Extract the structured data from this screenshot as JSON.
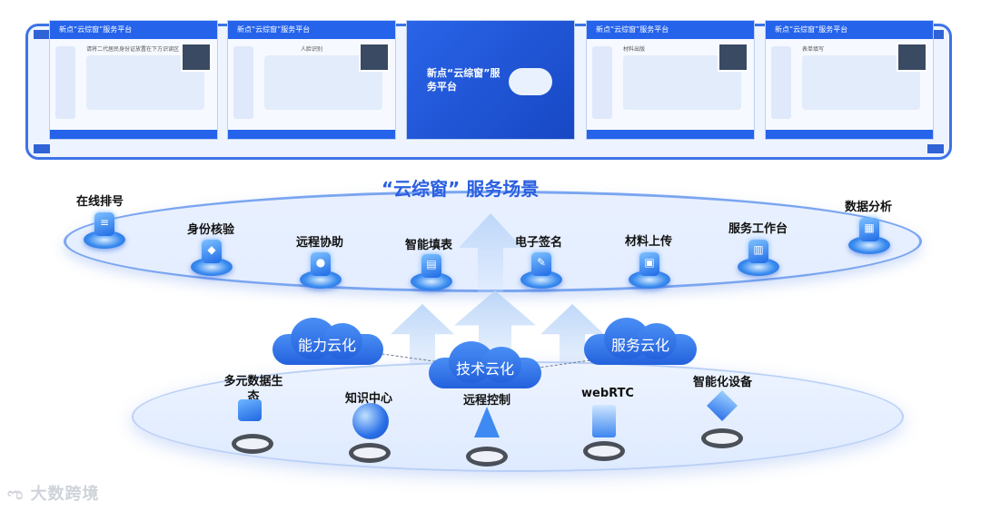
{
  "top_screens": {
    "brand": "新点“云综窗”服务平台",
    "screen1_text": "请将二代居民身份证放置在下方识读区",
    "screen2_text": "人脸识别",
    "screen3_title": "新点“云综窗”服务平台",
    "screen4_text": "材料出版",
    "screen5_text": "表单填写"
  },
  "title": "“云综窗” 服务场景",
  "scenarios": [
    {
      "label": "在线排号",
      "glyph": "≡"
    },
    {
      "label": "身份核验",
      "glyph": "◆"
    },
    {
      "label": "远程协助",
      "glyph": "●"
    },
    {
      "label": "智能填表",
      "glyph": "▤"
    },
    {
      "label": "电子签名",
      "glyph": "✎"
    },
    {
      "label": "材料上传",
      "glyph": "▣"
    },
    {
      "label": "服务工作台",
      "glyph": "▥"
    },
    {
      "label": "数据分析",
      "glyph": "▦"
    }
  ],
  "clouds": {
    "ability": "能力云化",
    "tech": "技术云化",
    "service": "服务云化"
  },
  "foundations": [
    {
      "label": "多元数据生态"
    },
    {
      "label": "知识中心"
    },
    {
      "label": "远程控制"
    },
    {
      "label": "webRTC"
    },
    {
      "label": "智能化设备"
    }
  ],
  "watermark": "大数跨境",
  "colors": {
    "accent": "#2a5fe0",
    "cloud": "#2f6be6"
  }
}
